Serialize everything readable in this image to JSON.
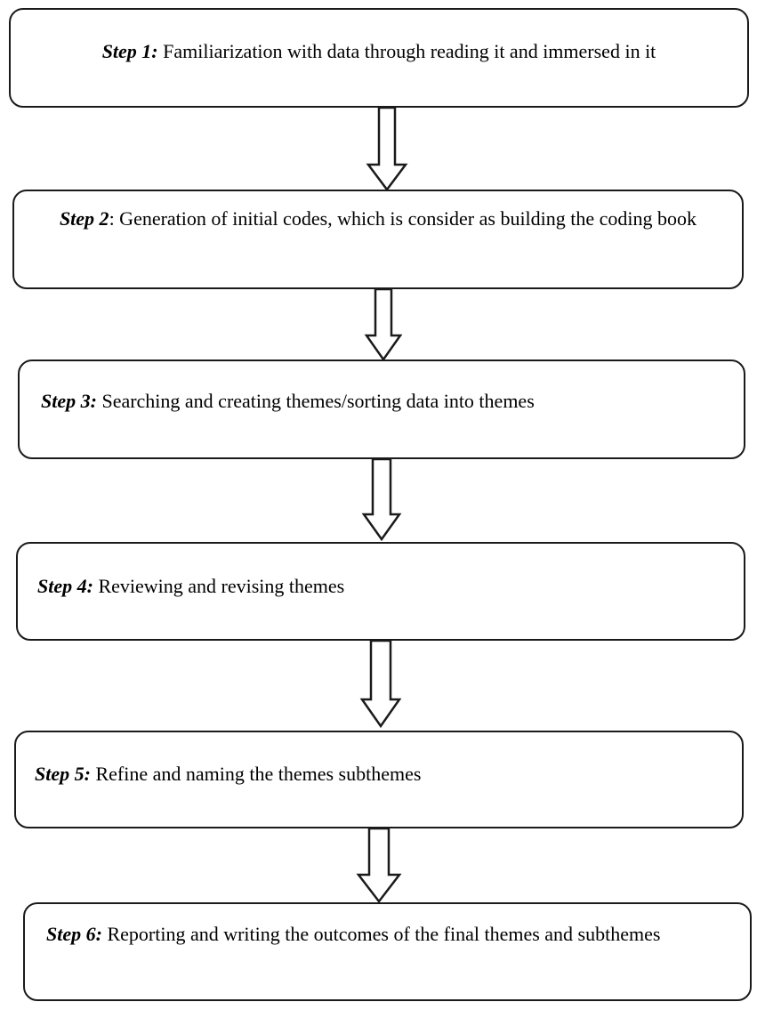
{
  "steps": [
    {
      "label": "Step 1:",
      "text": " Familiarization with data through reading it and immersed in it"
    },
    {
      "label": "Step 2",
      "text": ": Generation of initial codes, which is consider as building the coding book"
    },
    {
      "label": "Step 3:",
      "text": " Searching and creating themes/sorting data into themes"
    },
    {
      "label": "Step 4:",
      "text": " Reviewing and revising themes"
    },
    {
      "label": "Step 5:",
      "text": " Refine and naming the themes subthemes"
    },
    {
      "label": "Step 6:",
      "text": " Reporting and writing the outcomes of the final themes and subthemes"
    }
  ]
}
